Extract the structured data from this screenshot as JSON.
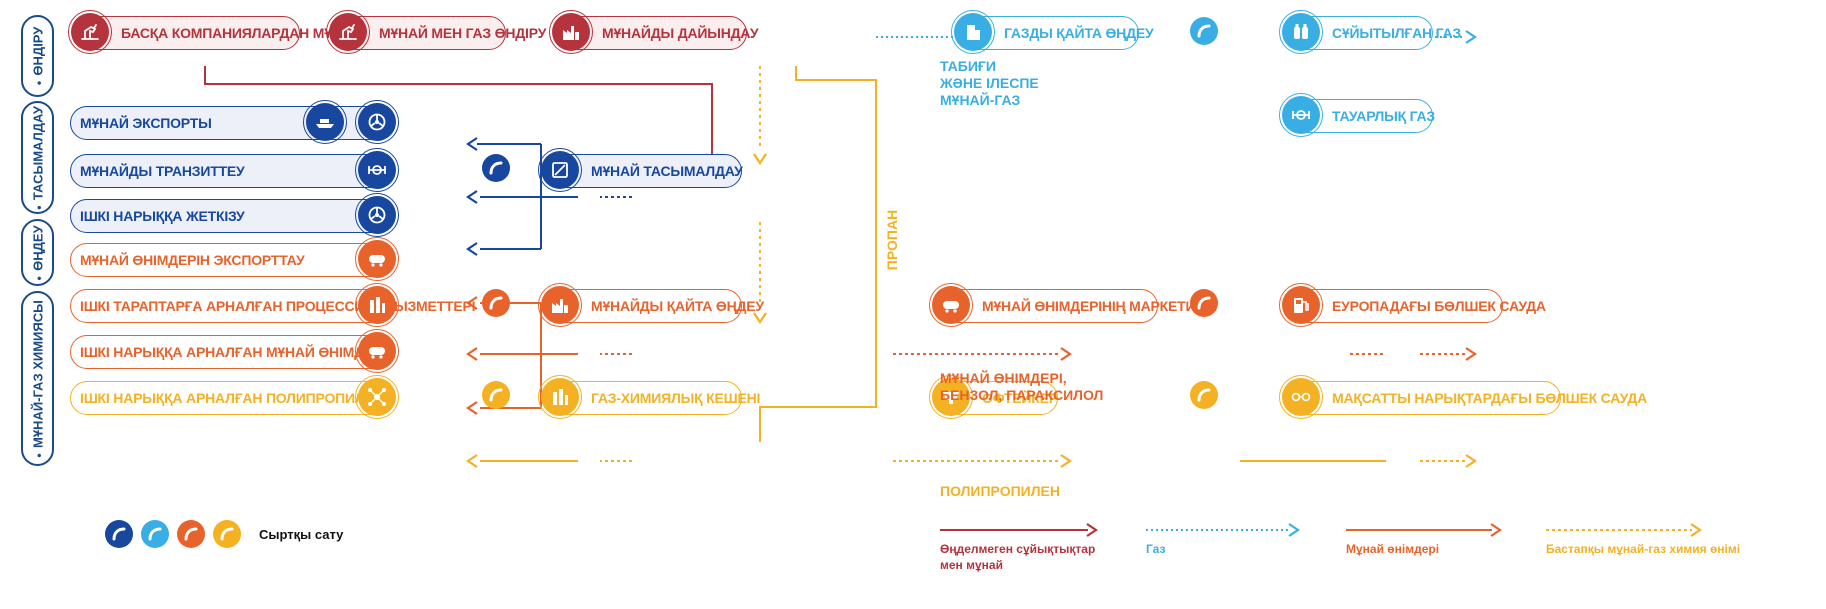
{
  "colors": {
    "red": "#b5333c",
    "blue": "#17479e",
    "cyan": "#39aee5",
    "orange": "#e8632b",
    "yellow": "#f3b123"
  },
  "side_tabs": [
    "ӨНДІРУ",
    "ТАСЫМАЛДАУ",
    "ӨҢДЕУ",
    "МҰНАЙ-ГАЗ ХИМИЯСЫ"
  ],
  "nodes": {
    "other_oil": "БАСҚА КОМПАНИЯЛАРДАН МҰНАЙ",
    "production": "МҰНАЙ МЕН ГАЗ ӨНДІРУ",
    "preparation": "МҰНАЙДЫ ДАЙЫНДАУ",
    "gas_processing": "ГАЗДЫ ҚАЙТА ӨҢДЕУ",
    "lng": "СҰЙЫТЫЛҒАН ГАЗ",
    "commodity_gas": "ТАУАРЛЫҚ ГАЗ",
    "oil_export": "МҰНАЙ ЭКСПОРТЫ",
    "oil_transit": "МҰНАЙДЫ ТРАНЗИТТЕУ",
    "domestic_delivery": "ІШКІ НАРЫҚҚА ЖЕТКІЗУ",
    "oil_transport": "МҰНАЙ ТАСЫМАЛДАУ",
    "product_export": "МҰНАЙ ӨНІМДЕРІН ЭКСПОРТТАУ",
    "processing_services": "ІШКІ ТАРАПТАРҒА АРНАЛҒАН ПРОЦЕССИНГ ҚЫЗМЕТТЕРІ",
    "domestic_products": "ІШКІ НАРЫҚҚА АРНАЛҒАН МҰНАЙ ӨНІМДЕРІ",
    "domestic_pp": "ІШКІ НАРЫҚҚА АРНАЛҒАН ПОЛИПРОПИЛЕН",
    "refining": "МҰНАЙДЫ ҚАЙТА ӨҢДЕУ",
    "marketing": "МҰНАЙ ӨНІМДЕРІНІҢ МАРКЕТИНГІ",
    "eu_retail": "ЕУРОПАДАҒЫ БӨЛШЕК САУДА",
    "gas_chem": "ГАЗ-ХИМИЯЛЫҚ КЕШЕНІ",
    "offtaker": "ОФТЕЙКЕР",
    "target_retail": "МАҚСАТТЫ НАРЫҚТАРДАҒЫ БӨЛШЕК САУДА"
  },
  "annotations": {
    "natural_gas": [
      "ТАБИҒИ",
      "ЖӘНЕ ІЛЕСПЕ",
      "МҰНАЙ-ГАЗ"
    ],
    "propane": "ПРОПАН",
    "products": [
      "МҰНАЙ ӨНІМДЕРІ,",
      "БЕНЗОЛ, ПАРАКСИЛОЛ"
    ],
    "polypropylene": "ПОЛИПРОПИЛЕН"
  },
  "legend": {
    "external_sales": "Сыртқы сату",
    "crude": [
      "Өңделмеген сұйықтықтар",
      "мен мұнай"
    ],
    "gas": "Газ",
    "products": "Мұнай өнімдері",
    "petrochem": "Бастапқы мұнай-газ химия өнімі"
  }
}
